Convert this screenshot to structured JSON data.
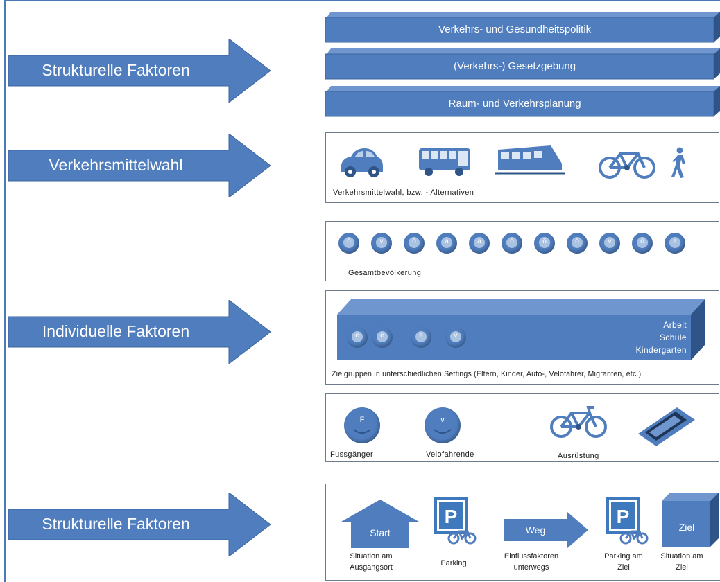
{
  "arrows": {
    "a1": "Strukturelle Faktoren",
    "a2": "Verkehrsmittelwahl",
    "a3": "Individuelle Faktoren",
    "a4": "Strukturelle Faktoren"
  },
  "bars": {
    "b1": "Verkehrs- und Gesundheitspolitik",
    "b2": "(Verkehrs-) Gesetzgebung",
    "b3": "Raum- und Verkehrsplanung"
  },
  "modes": {
    "icons": [
      "car-icon",
      "bus-icon",
      "train-icon",
      "bicycle-icon",
      "pedestrian-icon"
    ],
    "caption": "Verkehrsmittelwahl, bzw. - Alternativen"
  },
  "population": {
    "letters": [
      "ö",
      "v",
      "ö",
      "a",
      "a",
      "ö",
      "ö",
      "ö",
      "v",
      "ö",
      "a"
    ],
    "caption": "Gesamtbevölkerung"
  },
  "targets": {
    "letters": [
      "e",
      "e",
      "a",
      "v"
    ],
    "settings": [
      "Arbeit",
      "Schule",
      "Kindergarten"
    ],
    "caption": "Zielgruppen in unterschiedlichen Settings (Eltern, Kinder, Auto-, Velofahrer, Migranten, etc.)"
  },
  "individual": {
    "face1_letter": "F",
    "face2_letter": "v",
    "label1": "Fussgänger",
    "label2": "Velofahrende",
    "label3": "Ausrüstung"
  },
  "journey": {
    "start": "Start",
    "weg": "Weg",
    "ziel": "Ziel",
    "cap_start": "Situation am Ausgangsort",
    "cap_parking": "Parking",
    "cap_weg": "Einflussfaktoren unterwegs",
    "cap_parking_ziel": "Parking am Ziel",
    "cap_ziel": "Situation am Ziel"
  },
  "colors": {
    "blue": "#4f7dbd",
    "dark": "#2f5488",
    "border": "#6d7b8d"
  }
}
